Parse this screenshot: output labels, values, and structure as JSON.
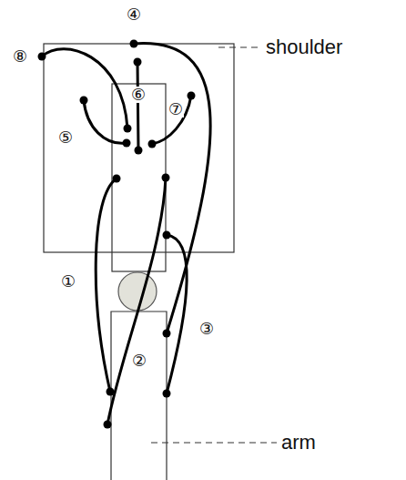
{
  "diagram": {
    "labels": [
      "④",
      "⑧",
      "⑥",
      "shoulder",
      "⑦",
      "⑤",
      "①",
      "③",
      "②",
      "arm"
    ]
  }
}
